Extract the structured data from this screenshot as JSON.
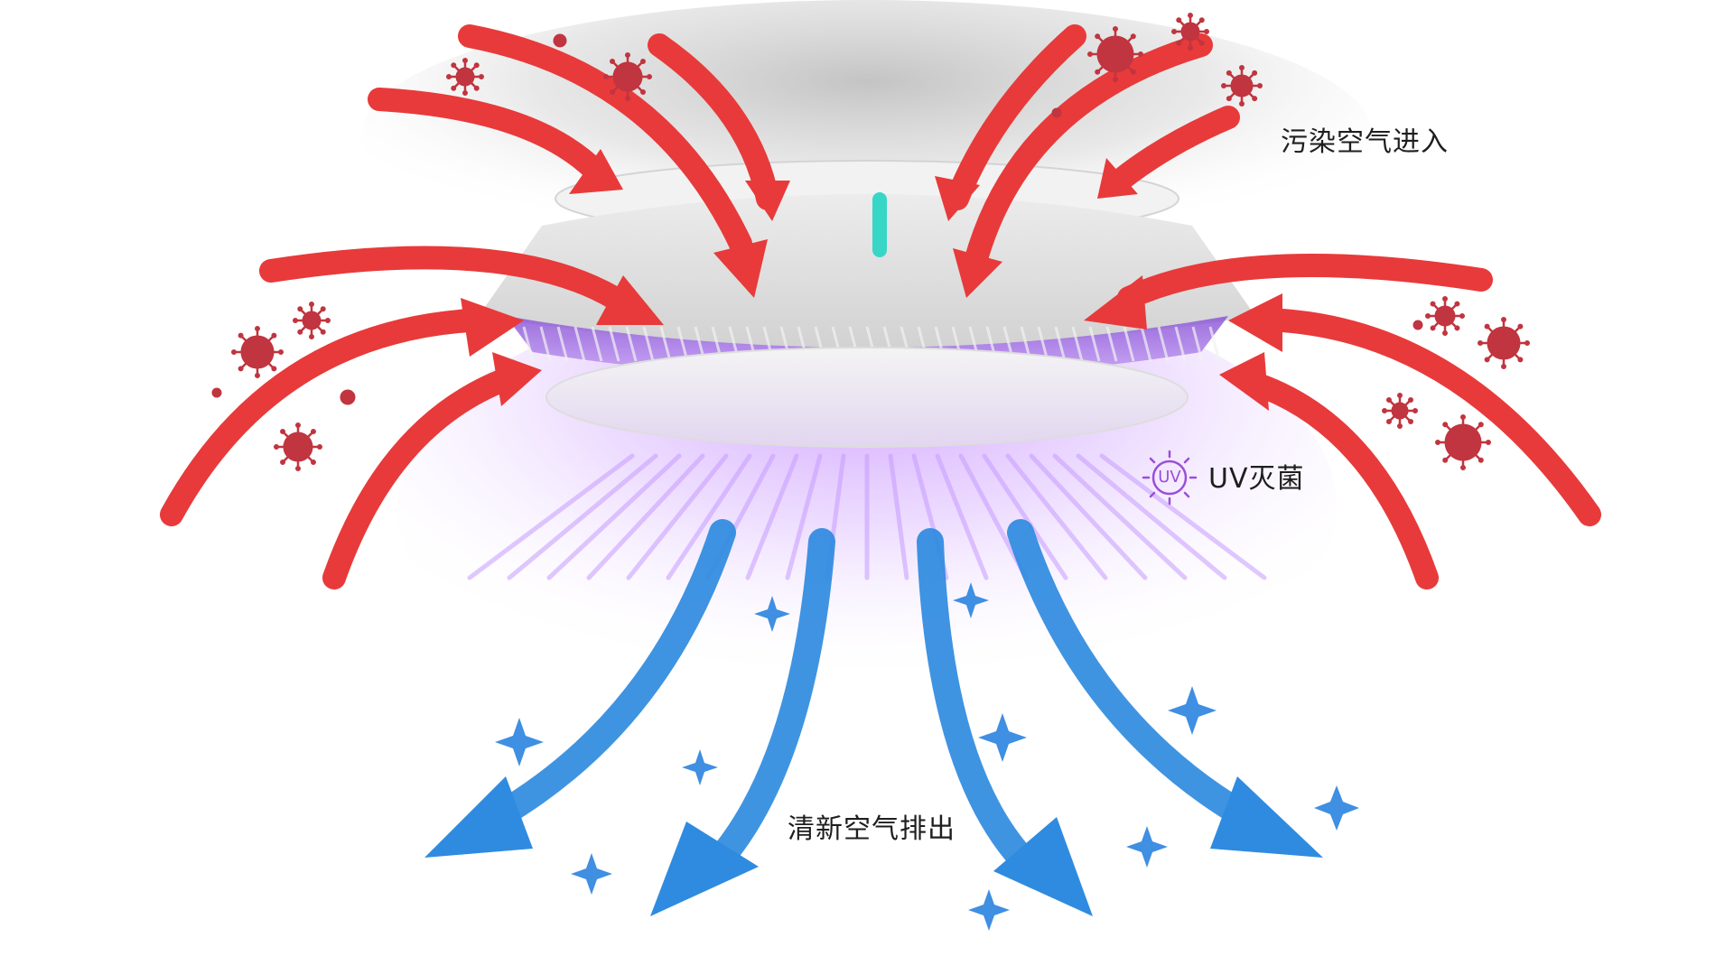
{
  "labels": {
    "polluted_air_in": "污染空气进入",
    "uv_sterilize": "UV灭菌",
    "uv_badge": "UV",
    "clean_air_out": "清新空气排出"
  },
  "icons": {
    "virus": "virus-icon",
    "sparkle": "sparkle-icon",
    "uv": "uv-sun-icon"
  },
  "colors": {
    "intake_arrow": "#e83a3a",
    "outflow_arrow": "#2f8be0",
    "uv_glow": "#b77cff",
    "virus": "#c0353f",
    "sparkle": "#3f8fe2",
    "device_body": "#e3e3e3",
    "indicator": "#37d6c6"
  }
}
